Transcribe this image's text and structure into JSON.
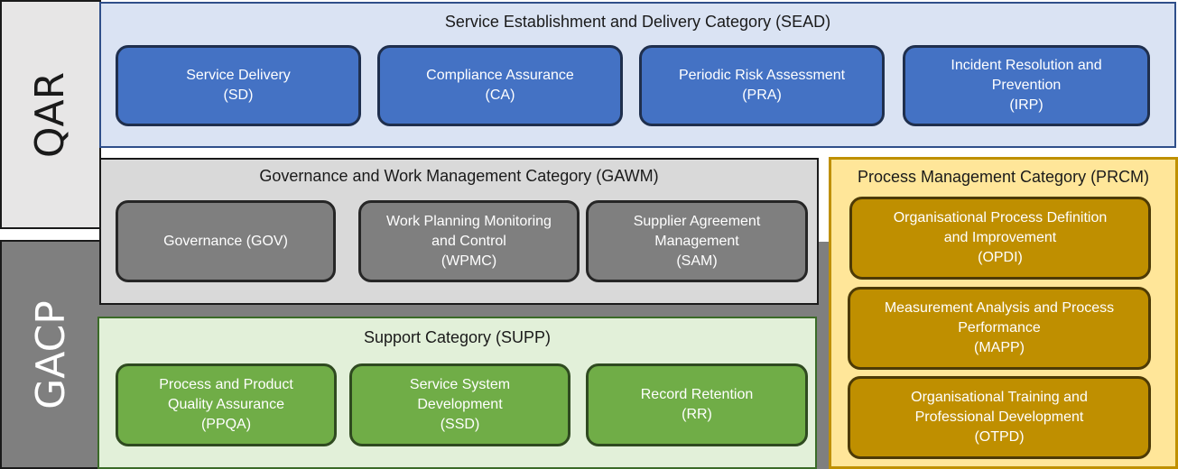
{
  "side_labels": {
    "qar": "QAR",
    "gacp": "GACP"
  },
  "categories": {
    "sead": {
      "title": "Service Establishment and Delivery Category (SEAD)",
      "items": [
        {
          "lines": [
            "Service Delivery",
            "(SD)"
          ]
        },
        {
          "lines": [
            "Compliance Assurance",
            "(CA)"
          ]
        },
        {
          "lines": [
            "Periodic Risk Assessment",
            "(PRA)"
          ]
        },
        {
          "lines": [
            "Incident Resolution and",
            "Prevention",
            "(IRP)"
          ]
        }
      ]
    },
    "gawm": {
      "title": "Governance and Work Management Category (GAWM)",
      "items": [
        {
          "lines": [
            "Governance (GOV)"
          ]
        },
        {
          "lines": [
            "Work Planning Monitoring",
            "and Control",
            "(WPMC)"
          ]
        },
        {
          "lines": [
            "Supplier Agreement",
            "Management",
            "(SAM)"
          ]
        }
      ]
    },
    "supp": {
      "title": "Support Category (SUPP)",
      "items": [
        {
          "lines": [
            "Process and Product",
            "Quality Assurance",
            "(PPQA)"
          ]
        },
        {
          "lines": [
            "Service System",
            "Development",
            "(SSD)"
          ]
        },
        {
          "lines": [
            "Record Retention",
            "(RR)"
          ]
        }
      ]
    },
    "prcm": {
      "title": "Process Management Category (PRCM)",
      "items": [
        {
          "lines": [
            "Organisational Process Definition",
            "and Improvement",
            "(OPDI)"
          ]
        },
        {
          "lines": [
            "Measurement Analysis and Process",
            "Performance",
            "(MAPP)"
          ]
        },
        {
          "lines": [
            "Organisational Training and",
            "Professional Development",
            "(OTPD)"
          ]
        }
      ]
    }
  },
  "colors": {
    "qar_band": "#e7e6e6",
    "gacp_band": "#7f7f7f",
    "sead_bg": "#dae3f3",
    "gawm_bg": "#d9d9d9",
    "supp_bg": "#e2f0d9",
    "prcm_bg": "#ffe699",
    "blue_box": "#4472c4",
    "gray_box": "#7f7f7f",
    "green_box": "#70ad47",
    "gold_box": "#bf8f00"
  }
}
